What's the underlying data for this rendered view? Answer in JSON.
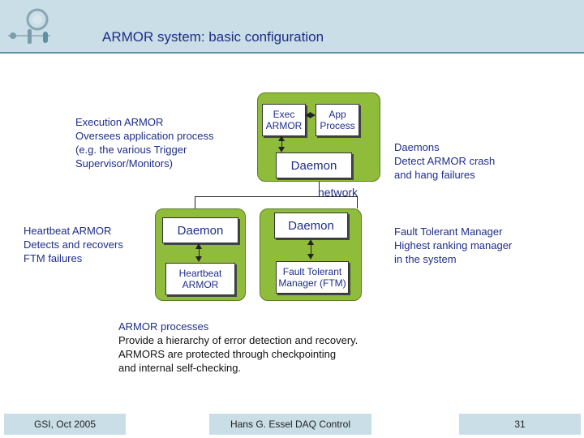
{
  "slide": {
    "title": "ARMOR system: basic configuration"
  },
  "annotations": {
    "execution": [
      "Execution ARMOR",
      "Oversees application process",
      "(e.g. the various Trigger",
      " Supervisor/Monitors)"
    ],
    "daemons": [
      "Daemons",
      "Detect ARMOR crash",
      "and hang failures"
    ],
    "heartbeat": [
      "Heartbeat ARMOR",
      "Detects and recovers",
      "FTM failures"
    ],
    "ftm": [
      "Fault Tolerant Manager",
      "Highest ranking manager",
      "in the system"
    ],
    "processes": [
      "ARMOR processes",
      "Provide a hierarchy of error detection and recovery.",
      "ARMORS are protected through checkpointing",
      "and internal self-checking."
    ]
  },
  "network_label": "network",
  "boxes": {
    "exec_armor": [
      "Exec",
      "ARMOR"
    ],
    "app_process": [
      "App",
      "Process"
    ],
    "daemon_top": "Daemon",
    "daemon_left": "Daemon",
    "heartbeat_armor": [
      "Heartbeat",
      "ARMOR"
    ],
    "daemon_right": "Daemon",
    "ftm": [
      "Fault Tolerant",
      "Manager (FTM)"
    ]
  },
  "footer": {
    "left": "GSI, Oct 2005",
    "center": "Hans G. Essel  DAQ Control",
    "right": "31"
  },
  "colors": {
    "header": "#c9dee6",
    "group_fill": "#8fbc3a",
    "text_blue": "#1f2d8a"
  }
}
